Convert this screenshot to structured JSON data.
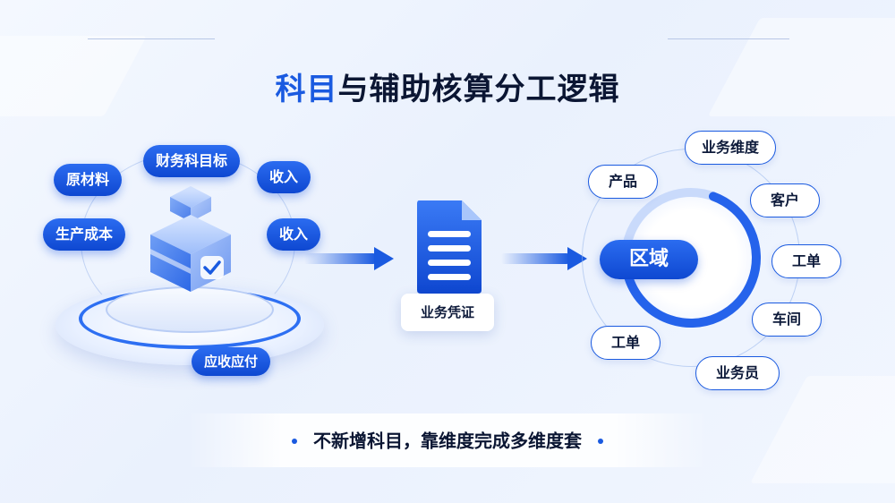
{
  "title": {
    "accent": "科目",
    "rest": "与辅助核算分工逻辑"
  },
  "left_cluster": {
    "labels": [
      "财务科目标",
      "原材料",
      "收入",
      "生产成本",
      "收入",
      "应收应付"
    ]
  },
  "middle": {
    "doc_label": "业务凭证"
  },
  "right_cluster": {
    "center": "区域",
    "dimensions": [
      "业务维度",
      "产品",
      "客户",
      "工单",
      "车间",
      "工单",
      "业务员"
    ]
  },
  "footer": {
    "text": "不新增科目，靠维度完成多维度套"
  },
  "colors": {
    "primary": "#1a5ae0",
    "dark_text": "#0b1633"
  },
  "icons": {
    "cube": "cube-check-icon",
    "document": "document-icon"
  }
}
